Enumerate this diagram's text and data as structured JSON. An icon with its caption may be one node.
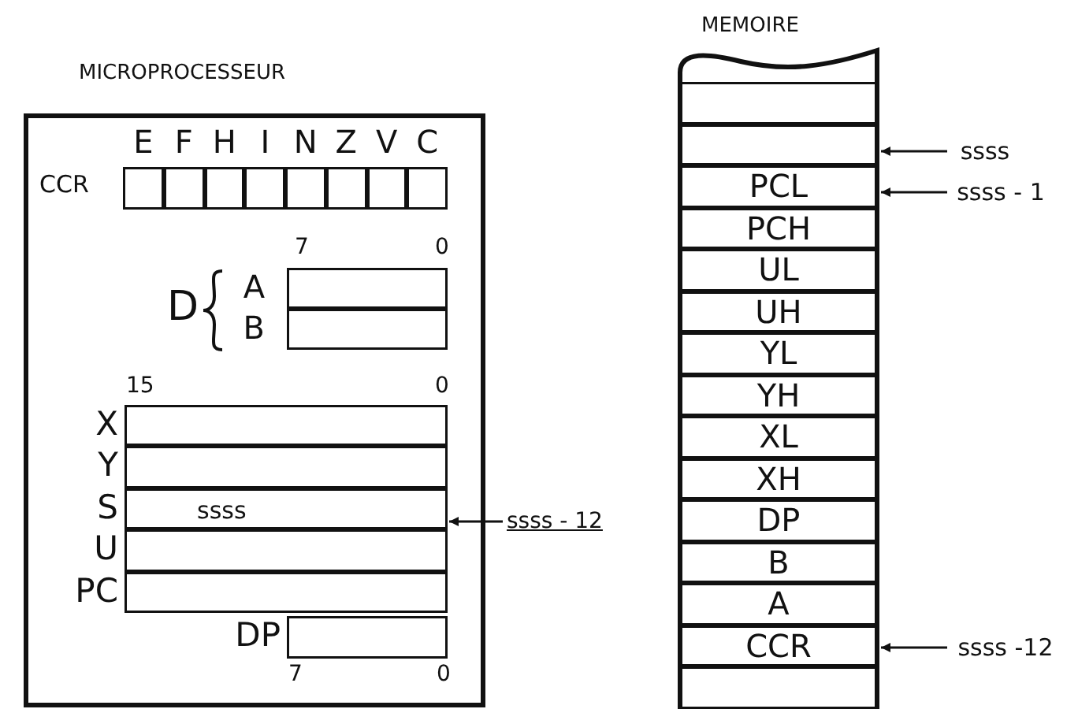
{
  "diagram": {
    "nodes": [
      {
        "text": [
          "MICROPROCESSEUR"
        ]
      },
      {
        "text": [
          "CCR"
        ],
        "in": 0
      },
      {
        "text": [
          "E"
        ],
        "in": 1
      },
      {
        "text": [
          "F"
        ],
        "in": 1
      },
      {
        "text": [
          "H"
        ],
        "in": 1
      },
      {
        "text": [
          "I"
        ],
        "in": 1
      },
      {
        "text": [
          "N"
        ],
        "in": 1
      },
      {
        "text": [
          "Z"
        ],
        "in": 1
      },
      {
        "text": [
          "V"
        ],
        "in": 1
      },
      {
        "text": [
          "C"
        ],
        "in": 1
      },
      {
        "text": [
          "A"
        ],
        "in": 0
      },
      {
        "text": [
          "B"
        ],
        "in": 0
      },
      {
        "text": [
          "X"
        ],
        "in": 0
      },
      {
        "text": [
          "Y"
        ],
        "in": 0
      },
      {
        "text": [
          "S",
          "ssss"
        ],
        "in": 0
      },
      {
        "text": [
          "U"
        ],
        "in": 0
      },
      {
        "text": [
          "PC"
        ],
        "in": 0
      },
      {
        "text": [
          "DP"
        ],
        "in": 0
      },
      {
        "text": [
          "ssss - 12"
        ]
      },
      {
        "text": [
          "MEMOIRE"
        ]
      },
      {
        "text": [],
        "shape": "box",
        "in": 19
      },
      {
        "text": [],
        "shape": "box",
        "in": 19
      },
      {
        "text": [
          "PCL"
        ],
        "in": 19
      },
      {
        "text": [
          "PCH"
        ],
        "in": 19
      },
      {
        "text": [
          "UL"
        ],
        "in": 19
      },
      {
        "text": [
          "UH"
        ],
        "in": 19
      },
      {
        "text": [
          "YL"
        ],
        "in": 19
      },
      {
        "text": [
          "YH"
        ],
        "in": 19
      },
      {
        "text": [
          "XL"
        ],
        "in": 19
      },
      {
        "text": [
          "XH"
        ],
        "in": 19
      },
      {
        "text": [
          "DP"
        ],
        "in": 19
      },
      {
        "text": [
          "B"
        ],
        "in": 19
      },
      {
        "text": [
          "A"
        ],
        "in": 19
      },
      {
        "text": [
          "CCR"
        ],
        "in": 19
      },
      {
        "text": [],
        "shape": "box",
        "in": 19
      },
      {
        "text": [
          "ssss"
        ]
      },
      {
        "text": [
          "ssss - 1"
        ]
      },
      {
        "text": [
          "ssss -12"
        ]
      }
    ],
    "edges": [
      {
        "from": 18,
        "to": 14,
        "arrow": "to"
      },
      {
        "from": 35,
        "to": 21,
        "arrow": "to"
      },
      {
        "from": 36,
        "to": 22,
        "arrow": "to"
      },
      {
        "from": 37,
        "to": 33,
        "arrow": "to"
      }
    ],
    "labels": [
      "7",
      "0",
      "D",
      "15",
      "0",
      "7",
      "0"
    ]
  }
}
